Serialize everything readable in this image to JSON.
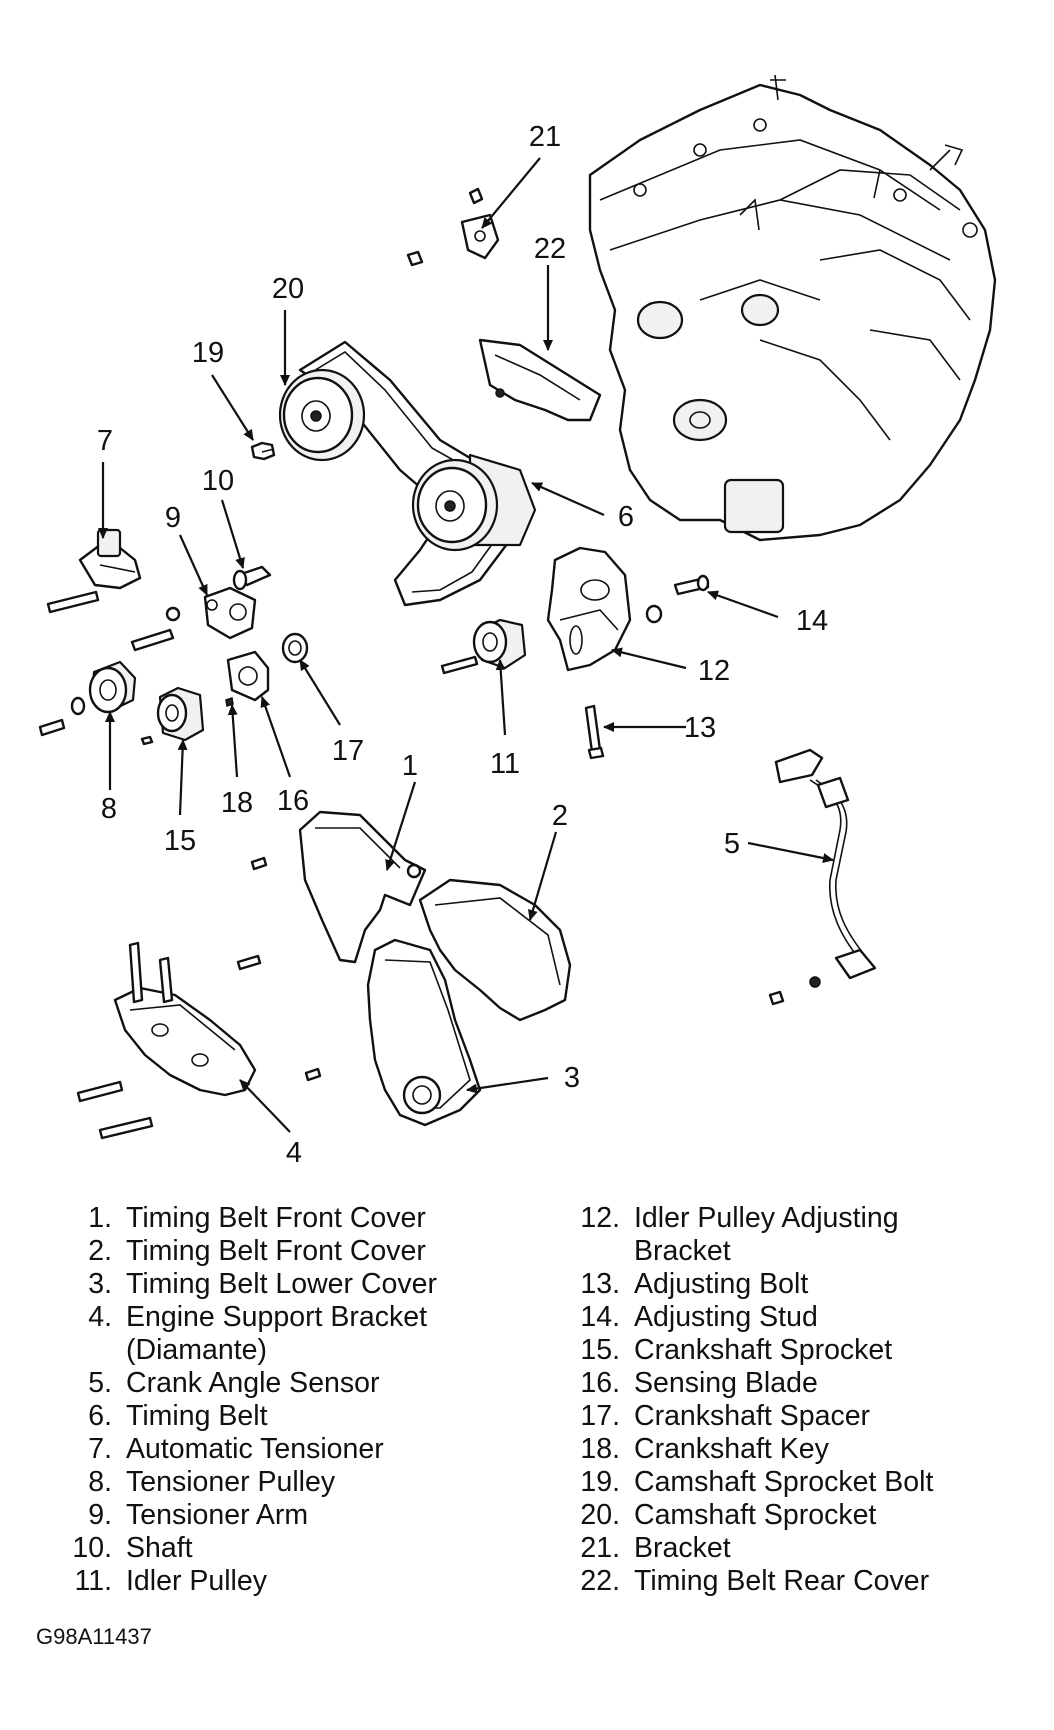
{
  "callouts": {
    "c1": "1",
    "c2": "2",
    "c3": "3",
    "c4": "4",
    "c5": "5",
    "c6": "6",
    "c7": "7",
    "c8": "8",
    "c9": "9",
    "c10": "10",
    "c11": "11",
    "c12": "12",
    "c13": "13",
    "c14": "14",
    "c15": "15",
    "c16": "16",
    "c17": "17",
    "c18": "18",
    "c19": "19",
    "c20": "20",
    "c21": "21",
    "c22": "22"
  },
  "legend": {
    "left": [
      {
        "num": "1.",
        "label": "Timing Belt Front Cover"
      },
      {
        "num": "2.",
        "label": "Timing Belt Front Cover"
      },
      {
        "num": "3.",
        "label": "Timing Belt Lower Cover"
      },
      {
        "num": "4.",
        "label": "Engine Support Bracket"
      },
      {
        "num": "",
        "label": "(Diamante)"
      },
      {
        "num": "5.",
        "label": "Crank Angle Sensor"
      },
      {
        "num": "6.",
        "label": "Timing Belt"
      },
      {
        "num": "7.",
        "label": "Automatic Tensioner"
      },
      {
        "num": "8.",
        "label": "Tensioner Pulley"
      },
      {
        "num": "9.",
        "label": "Tensioner Arm"
      },
      {
        "num": "10.",
        "label": "Shaft"
      },
      {
        "num": "11.",
        "label": "Idler Pulley"
      }
    ],
    "right": [
      {
        "num": "12.",
        "label": "Idler Pulley Adjusting"
      },
      {
        "num": "",
        "label": "Bracket"
      },
      {
        "num": "13.",
        "label": "Adjusting Bolt"
      },
      {
        "num": "14.",
        "label": "Adjusting Stud"
      },
      {
        "num": "15.",
        "label": "Crankshaft Sprocket"
      },
      {
        "num": "16.",
        "label": "Sensing Blade"
      },
      {
        "num": "17.",
        "label": "Crankshaft Spacer"
      },
      {
        "num": "18.",
        "label": "Crankshaft Key"
      },
      {
        "num": "19.",
        "label": "Camshaft Sprocket Bolt"
      },
      {
        "num": "20.",
        "label": "Camshaft Sprocket"
      },
      {
        "num": "21.",
        "label": "Bracket"
      },
      {
        "num": "22.",
        "label": "Timing Belt Rear Cover"
      }
    ]
  },
  "figure_code": "G98A11437"
}
